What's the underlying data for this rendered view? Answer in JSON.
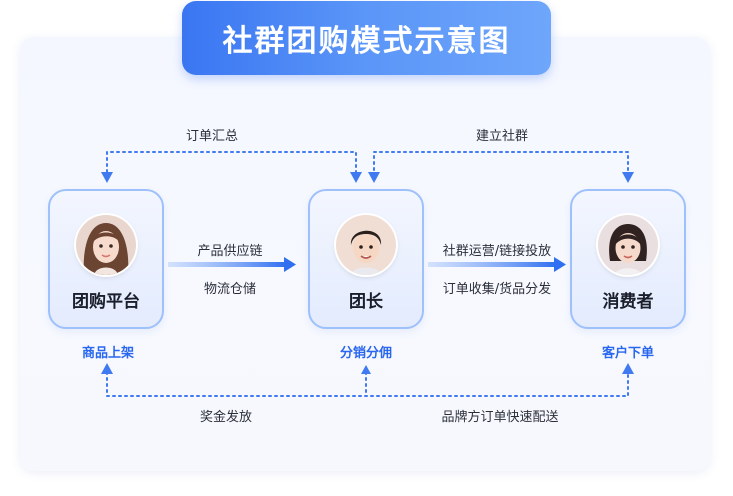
{
  "title": "社群团购模式示意图",
  "nodes": {
    "platform": {
      "label": "团购平台",
      "sub": "商品上架"
    },
    "leader": {
      "label": "团长",
      "sub": "分销分佣"
    },
    "consumer": {
      "label": "消费者",
      "sub": "客户下单"
    }
  },
  "edges": {
    "platform_to_leader_top": "产品供应链",
    "platform_to_leader_bottom": "物流仓储",
    "leader_to_consumer_top": "社群运营/链接投放",
    "leader_to_consumer_bottom": "订单收集/货品分发",
    "order_summary": "订单汇总",
    "build_community": "建立社群",
    "bonus_payout": "奖金发放",
    "brand_order": "品牌方订单快速配送"
  },
  "colors": {
    "accent": "#3a76f2",
    "node_border": "#9ec0fb",
    "dotted_line": "#3f7af0",
    "sub_label": "#2a67ef"
  }
}
